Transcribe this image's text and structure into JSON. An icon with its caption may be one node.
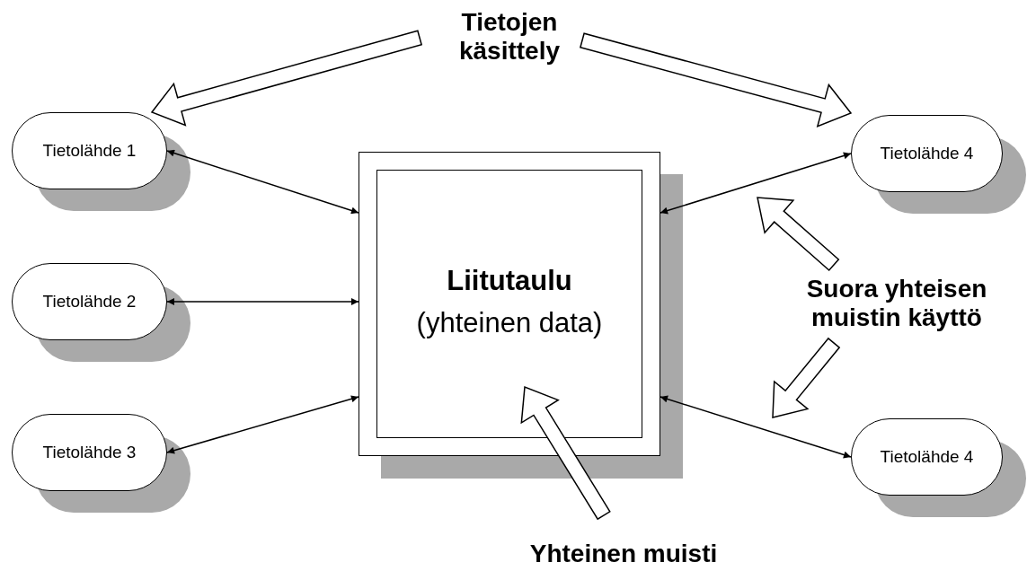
{
  "diagram": {
    "nodes": [
      {
        "text": [
          "Liitutaulu",
          "(yhteinen data)"
        ]
      },
      {
        "text": [
          "Tietolähde 1"
        ]
      },
      {
        "text": [
          "Tietolähde 2"
        ]
      },
      {
        "text": [
          "Tietolähde 3"
        ]
      },
      {
        "text": [
          "Tietolähde 4"
        ]
      },
      {
        "text": [
          "Tietolähde 4"
        ]
      },
      {
        "text": [
          "Tietojen käsittely"
        ]
      },
      {
        "text": [
          "Suora yhteisen muistin käyttö"
        ]
      },
      {
        "text": [
          "Yhteinen muisti"
        ]
      }
    ],
    "edges": [
      {
        "from": 1,
        "to": 0,
        "arrow": "both"
      },
      {
        "from": 2,
        "to": 0,
        "arrow": "both"
      },
      {
        "from": 3,
        "to": 0,
        "arrow": "both"
      },
      {
        "from": 4,
        "to": 0,
        "arrow": "both"
      },
      {
        "from": 5,
        "to": 0,
        "arrow": "both"
      },
      {
        "from": 6,
        "to": 1,
        "arrow": "to",
        "style": "thick"
      },
      {
        "from": 6,
        "to": 4,
        "arrow": "to",
        "style": "thick"
      },
      {
        "from": 7,
        "to": 4,
        "arrow": "to",
        "style": "thick"
      },
      {
        "from": 7,
        "to": 5,
        "arrow": "to",
        "style": "thick"
      },
      {
        "from": 8,
        "to": 0,
        "arrow": "to",
        "style": "thick"
      }
    ]
  }
}
